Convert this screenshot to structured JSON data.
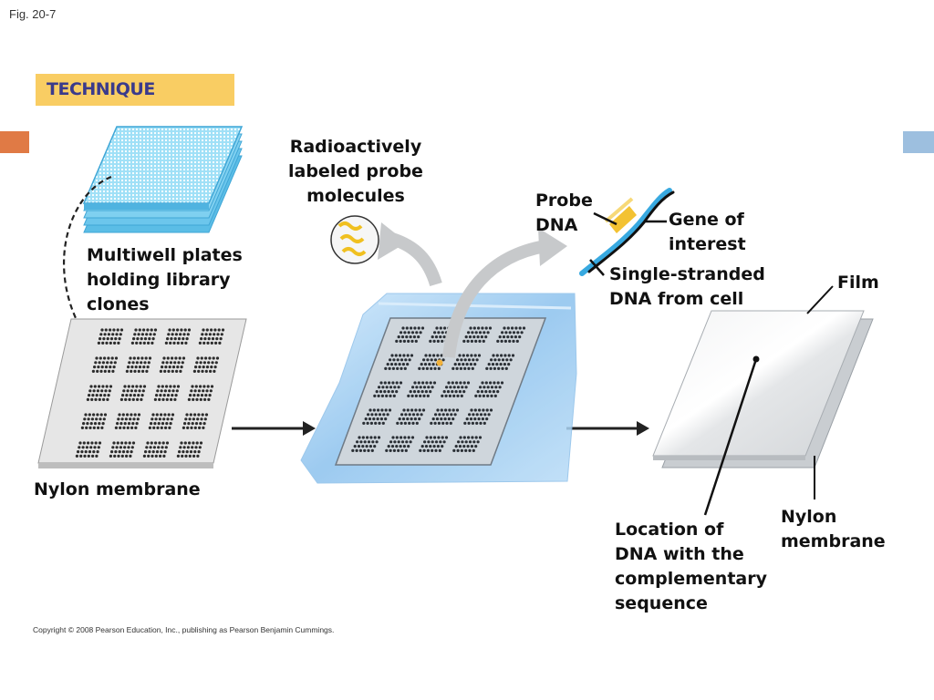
{
  "figure_label": "Fig. 20-7",
  "banner": "TECHNIQUE",
  "labels": {
    "probe_molecules": [
      "Radioactively",
      "labeled probe",
      "molecules"
    ],
    "probe_dna": [
      "Probe",
      "DNA"
    ],
    "gene_of_interest": [
      "Gene of",
      "interest"
    ],
    "single_stranded": [
      "Single-stranded",
      "DNA from cell"
    ],
    "multiwell": [
      "Multiwell plates",
      "holding library",
      "clones"
    ],
    "film": "Film",
    "nylon_membrane_left": "Nylon membrane",
    "nylon_membrane_right": [
      "Nylon",
      "membrane"
    ],
    "location": [
      "Location of",
      "DNA with the",
      "complementary",
      "sequence"
    ]
  },
  "copyright": "Copyright © 2008 Pearson Education, Inc., publishing as Pearson Benjamin Cummings.",
  "colors": {
    "banner": "#f9cd63",
    "banner_text": "#3a3a8c",
    "left_tab": "#e07a45",
    "right_tab": "#9dbfdf",
    "plate": "#7fd0f0"
  }
}
